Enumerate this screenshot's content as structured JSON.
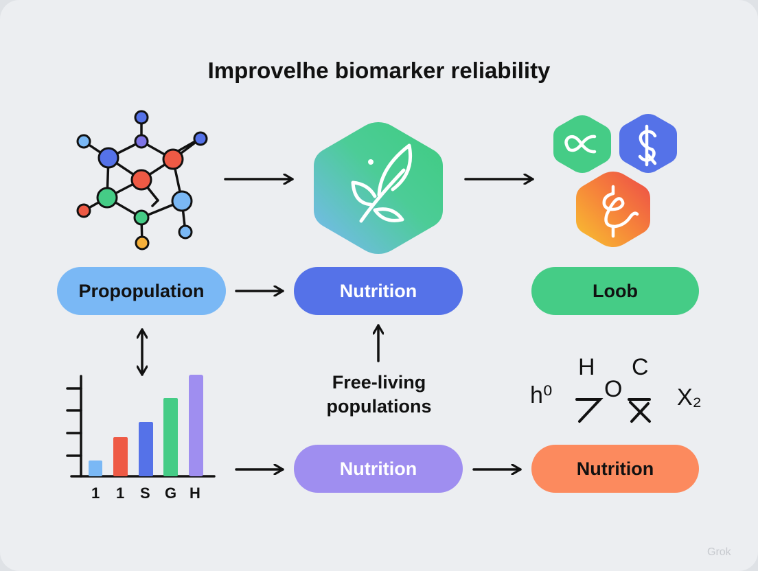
{
  "title": "Improvelhe biomarker reliability",
  "pills": {
    "population": "Propopulation",
    "nutrition_top": "Nutrition",
    "loob": "Loob",
    "nutrition_mid": "Nutrition",
    "nutrition_right": "Nutrition"
  },
  "caption": {
    "line1": "Free-living",
    "line2": "populations"
  },
  "symbols": {
    "h0": "h⁰",
    "H": "H",
    "C": "C",
    "O": "O",
    "x2": "X₂"
  },
  "bar_ticks": [
    "1",
    "1",
    "S",
    "G",
    "H"
  ],
  "watermark": "Grok",
  "colors": {
    "sky_blue": "#7ab8f5",
    "blue": "#5572e8",
    "green": "#45cc86",
    "purple": "#9f8ef0",
    "orange": "#fc8a5e",
    "red": "#ee5a45"
  },
  "icons": [
    "molecule-network-icon",
    "leaf-icon",
    "infinity-icon",
    "dollar-icon",
    "knot-icon",
    "bar-chart-icon"
  ]
}
